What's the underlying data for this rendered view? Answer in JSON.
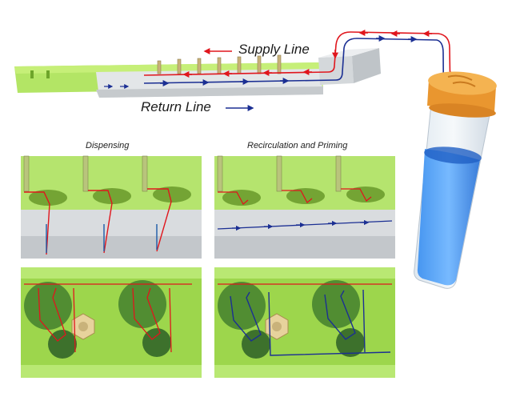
{
  "labels": {
    "supply_line": "Supply Line",
    "return_line": "Return Line",
    "dispensing": "Dispensing",
    "recirculation": "Recirculation and Priming"
  },
  "colors": {
    "supply": "#e0161d",
    "return": "#1b2f93",
    "manifold_green": "#8fd63a",
    "cap_orange": "#f2a43a",
    "fluid_blue": "#2a7fe0"
  }
}
